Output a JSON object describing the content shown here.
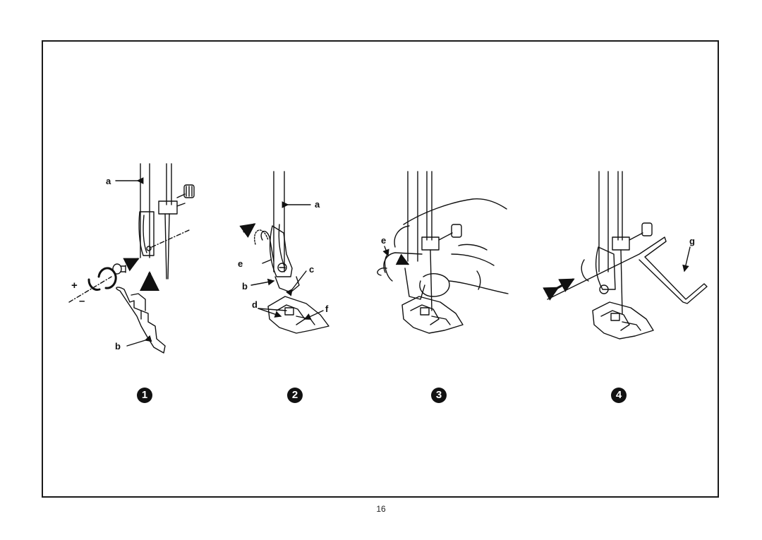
{
  "page_number": "16",
  "steps": [
    "1",
    "2",
    "3",
    "4"
  ],
  "labels": {
    "fig1": {
      "a": "a",
      "b": "b",
      "plus": "+",
      "minus": "–"
    },
    "fig2": {
      "a": "a",
      "b": "b",
      "c": "c",
      "d": "d",
      "e": "e",
      "f": "f"
    },
    "fig3": {
      "e": "e"
    },
    "fig4": {
      "g": "g"
    }
  }
}
